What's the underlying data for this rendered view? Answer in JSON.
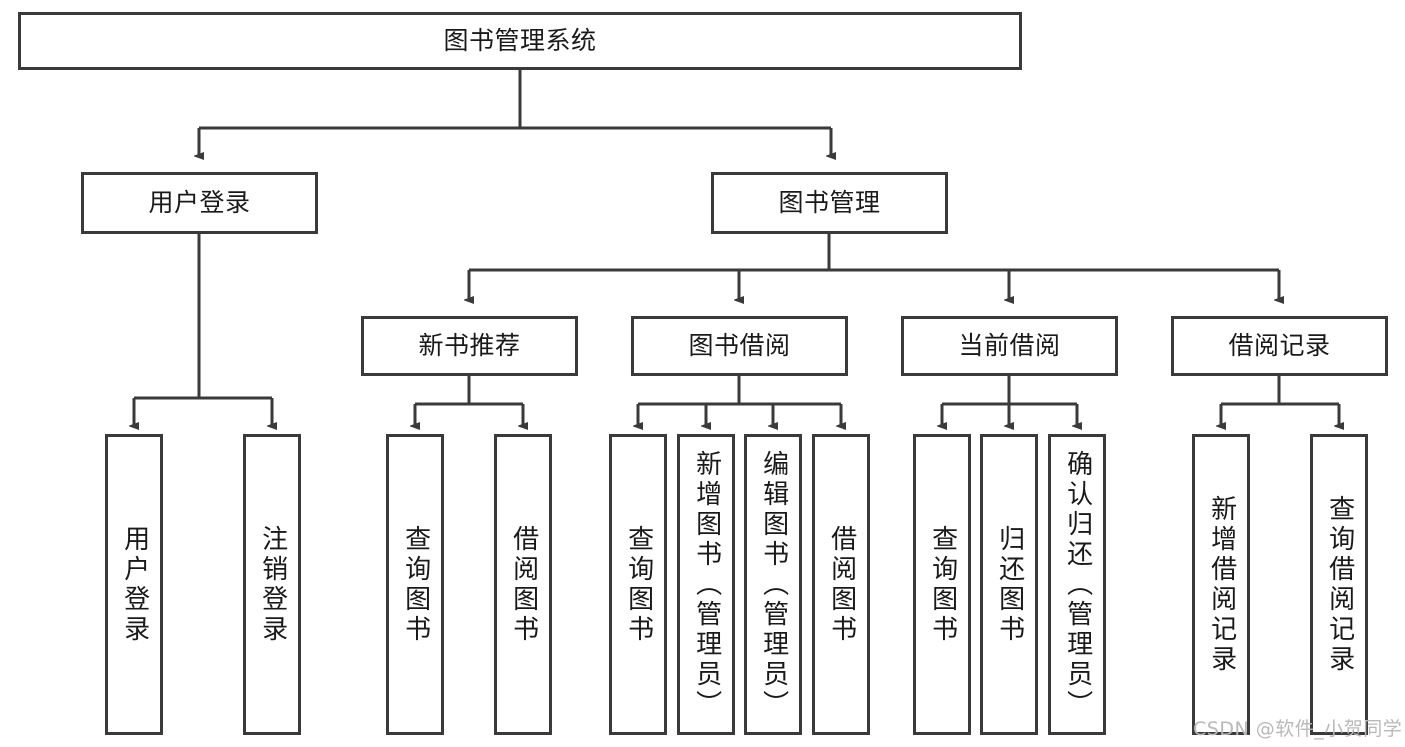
{
  "diagram": {
    "title": "图书管理系统",
    "style": {
      "stroke": "#3a3a3a",
      "fill": "#ffffff",
      "text": "#1a1a1a",
      "watermark_color": "#b9b9b9"
    },
    "nodes": {
      "root": {
        "label": "图书管理系统"
      },
      "level2": [
        {
          "id": "user-login",
          "label": "用户登录"
        },
        {
          "id": "book-management",
          "label": "图书管理"
        }
      ],
      "level3": [
        {
          "id": "new-book-recommend",
          "label": "新书推荐"
        },
        {
          "id": "book-borrow",
          "label": "图书借阅"
        },
        {
          "id": "current-borrow",
          "label": "当前借阅"
        },
        {
          "id": "borrow-record",
          "label": "借阅记录"
        }
      ],
      "leaves": [
        {
          "id": "leaf-user-login",
          "label": "用户登录"
        },
        {
          "id": "leaf-logout-login",
          "label": "注销登录"
        },
        {
          "id": "leaf-query-book-1",
          "label": "查询图书"
        },
        {
          "id": "leaf-borrow-book-1",
          "label": "借阅图书"
        },
        {
          "id": "leaf-query-book-2",
          "label": "查询图书"
        },
        {
          "id": "leaf-add-book-admin",
          "label": "新增图书（管理员）"
        },
        {
          "id": "leaf-edit-book-admin",
          "label": "编辑图书（管理员）"
        },
        {
          "id": "leaf-borrow-book-2",
          "label": "借阅图书"
        },
        {
          "id": "leaf-query-book-3",
          "label": "查询图书"
        },
        {
          "id": "leaf-return-book",
          "label": "归还图书"
        },
        {
          "id": "leaf-confirm-return-admin",
          "label": "确认归还（管理员）"
        },
        {
          "id": "leaf-add-borrow-record",
          "label": "新增借阅记录"
        },
        {
          "id": "leaf-query-borrow-record",
          "label": "查询借阅记录"
        }
      ]
    },
    "watermark": "CSDN @软件_小贺同学"
  }
}
